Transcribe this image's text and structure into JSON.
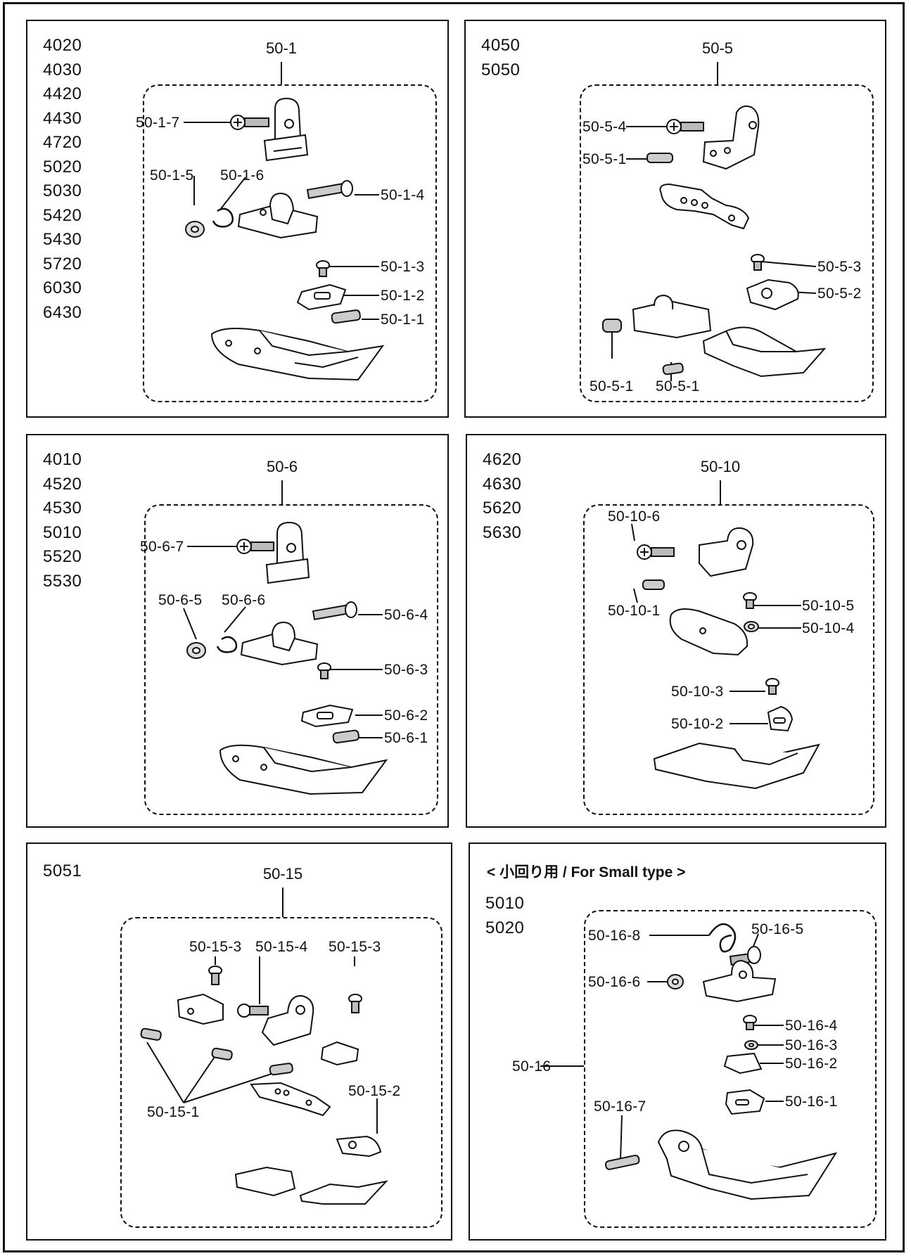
{
  "panels": [
    {
      "models": [
        "4020",
        "4030",
        "4420",
        "4430",
        "4720",
        "5020",
        "5030",
        "5420",
        "5430",
        "5720",
        "6030",
        "6430"
      ],
      "group": "50-1",
      "labels": [
        "50-1-7",
        "50-1-5",
        "50-1-6",
        "50-1-4",
        "50-1-3",
        "50-1-2",
        "50-1-1"
      ]
    },
    {
      "models": [
        "4050",
        "5050"
      ],
      "group": "50-5",
      "labels": [
        "50-5-4",
        "50-5-1",
        "50-5-3",
        "50-5-2",
        "50-5-1",
        "50-5-1"
      ]
    },
    {
      "models": [
        "4010",
        "4520",
        "4530",
        "5010",
        "5520",
        "5530"
      ],
      "group": "50-6",
      "labels": [
        "50-6-7",
        "50-6-5",
        "50-6-6",
        "50-6-4",
        "50-6-3",
        "50-6-2",
        "50-6-1"
      ]
    },
    {
      "models": [
        "4620",
        "4630",
        "5620",
        "5630"
      ],
      "group": "50-10",
      "labels": [
        "50-10-6",
        "50-10-1",
        "50-10-5",
        "50-10-4",
        "50-10-3",
        "50-10-2"
      ]
    },
    {
      "models": [
        "5051"
      ],
      "group": "50-15",
      "labels": [
        "50-15-3",
        "50-15-4",
        "50-15-3",
        "50-15-1",
        "50-15-2"
      ]
    },
    {
      "note": "< 小回り用 / For Small type >",
      "models": [
        "5010",
        "5020"
      ],
      "group": "50-16",
      "labels": [
        "50-16-8",
        "50-16-5",
        "50-16-6",
        "50-16-4",
        "50-16-3",
        "50-16-2",
        "50-16-1",
        "50-16-7"
      ]
    }
  ]
}
